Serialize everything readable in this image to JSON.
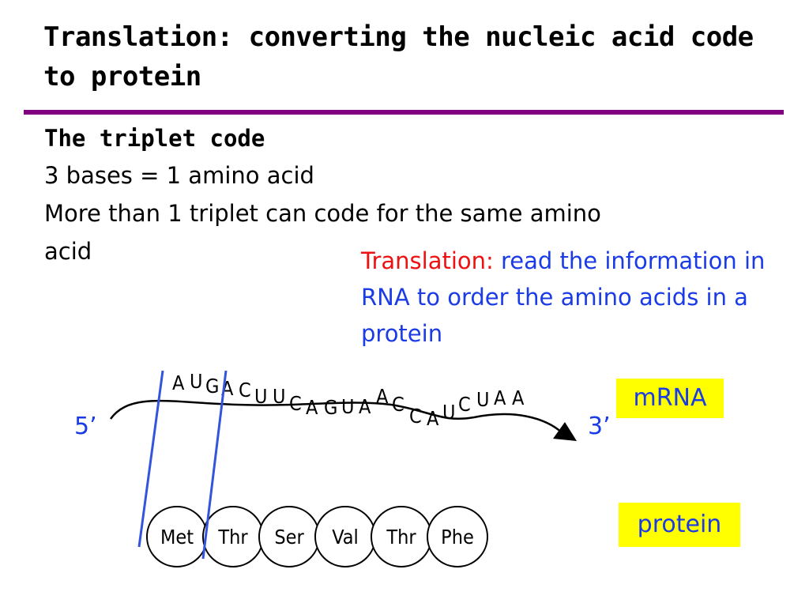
{
  "title": "Translation: converting the nucleic acid code to protein",
  "subheading": "The triplet code",
  "body": {
    "line1": "3 bases = 1 amino acid",
    "line2": "More than 1 triplet can code for the same amino",
    "line3": "acid"
  },
  "definition": {
    "term": "Translation:",
    "text": "read the information in RNA to order the amino acids in a protein"
  },
  "labels": {
    "mrna": "mRNA",
    "protein": "protein",
    "five_prime": "5’",
    "three_prime": "3’"
  },
  "mrna_bases": [
    "A",
    "U",
    "G",
    "A",
    "C",
    "U",
    "U",
    "C",
    "A",
    "G",
    "U",
    "A",
    "A",
    "C",
    "C",
    "A",
    "U",
    "C",
    "U",
    "A",
    "A"
  ],
  "amino_acids": [
    "Met",
    "Thr",
    "Ser",
    "Val",
    "Thr",
    "Phe"
  ],
  "colors": {
    "title_rule": "#800080",
    "blue_text": "#1a3be6",
    "red_text": "#ee1111",
    "highlight": "#ffff00"
  }
}
